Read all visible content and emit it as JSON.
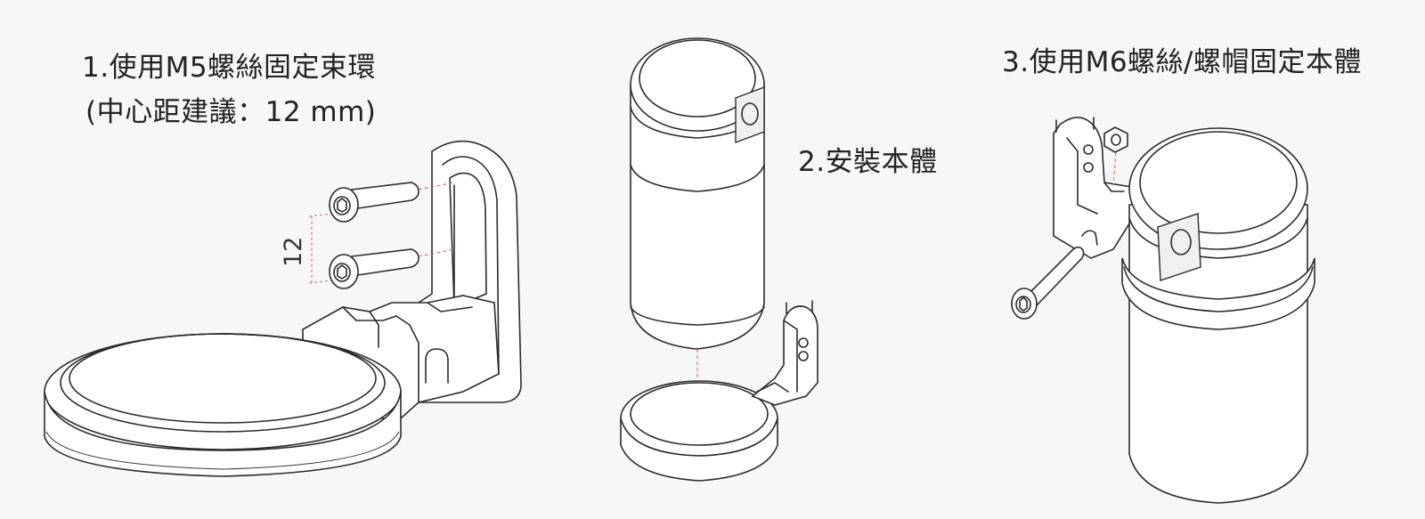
{
  "steps": {
    "step1": {
      "title": "1.使用M5螺絲固定束環",
      "subtitle": "(中心距建議：12 mm)",
      "dimension_label": "12"
    },
    "step2": {
      "title": "2.安裝本體"
    },
    "step3": {
      "title": "3.使用M6螺絲/螺帽固定本體"
    }
  },
  "colors": {
    "background": "#f7f7f7",
    "line": "#2b2b2b",
    "guide": "#e35a5a"
  }
}
